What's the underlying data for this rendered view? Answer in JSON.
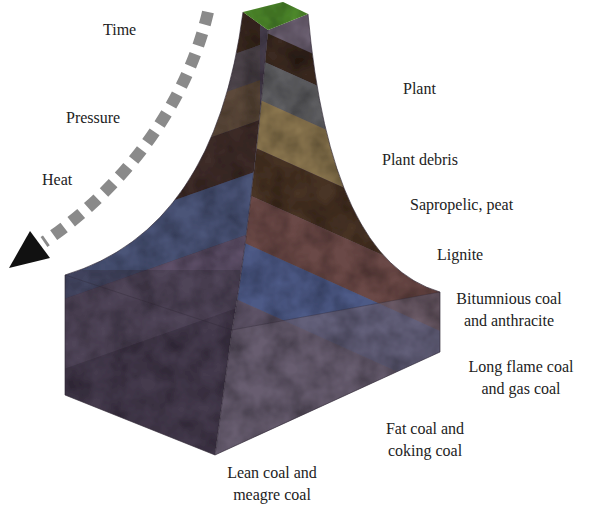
{
  "diagram": {
    "labels": [
      "Time",
      "Pressure",
      "Heat",
      "Plant",
      "Plant debris",
      "Sapropelic, peat",
      "Lignite",
      "Bitumnious coal and anthracite",
      "Long flame coal and gas coal",
      "Fat coal and coking coal",
      "Lean coal and meagre coal"
    ]
  }
}
